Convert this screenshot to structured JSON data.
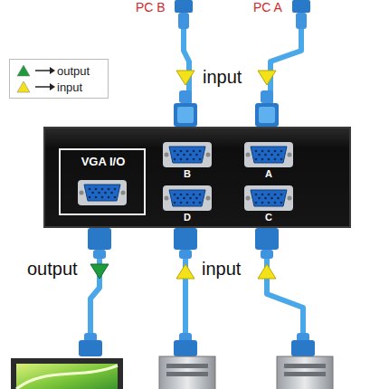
{
  "diagram": {
    "nodes": [
      {
        "text": [
          "PC B"
        ]
      },
      {
        "text": [
          "PC A"
        ]
      },
      {
        "text": [
          "VGA I/O"
        ]
      },
      {
        "text": [
          "B"
        ],
        "in": 2
      },
      {
        "text": [
          "A"
        ],
        "in": 2
      },
      {
        "text": [
          "D"
        ],
        "in": 2
      },
      {
        "text": [
          "C"
        ],
        "in": 2
      }
    ],
    "edges": [
      {
        "from": 0,
        "to": 3,
        "arrow": "none"
      },
      {
        "from": 1,
        "to": 4,
        "arrow": "none"
      }
    ],
    "labels": [
      "input",
      "output",
      "input"
    ],
    "legend": [
      {
        "text": "output",
        "color": "#1f9a3c"
      },
      {
        "text": "input",
        "color": "#f3e21a"
      }
    ]
  }
}
